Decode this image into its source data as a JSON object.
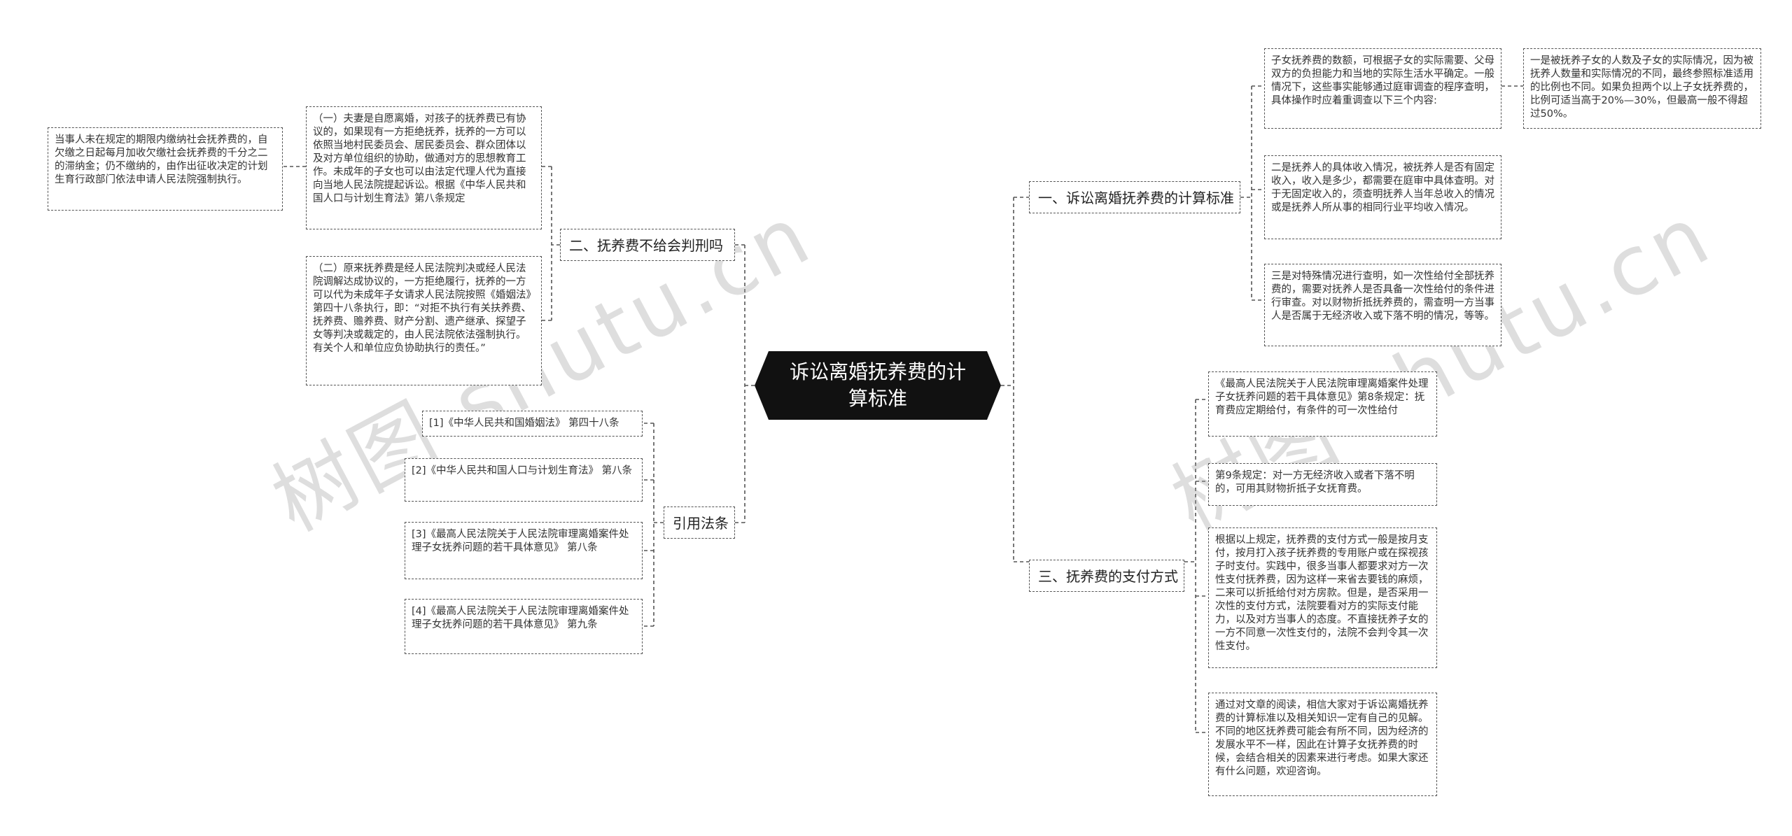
{
  "watermarks": [
    "树图 shutu.cn",
    "树图 shutu.cn"
  ],
  "root": {
    "label": "诉讼离婚抚养费的计算标准"
  },
  "branches": {
    "calc": {
      "label": "一、诉讼离婚抚养费的计算标准",
      "intro": "子女抚养费的数额，可根据子女的实际需要、父母双方的负担能力和当地的实际生活水平确定。一般情况下，这些事实能够通过庭审调查的程序查明，具体操作时应着重调查以下三个内容:",
      "ratio": "一是被抚养子女的人数及子女的实际情况，因为被抚养人数量和实际情况的不同，最终参照标准适用的比例也不同。如果负担两个以上子女抚养费的，比例可适当高于20%—30%，但最高一般不得超过50%。",
      "income": "二是抚养人的具体收入情况，被抚养人是否有固定收入，收入是多少，都需要在庭审中具体查明。对于无固定收入的，须查明抚养人当年总收入的情况或是抚养人所从事的相同行业平均收入情况。",
      "special": "三是对特殊情况进行查明，如一次性给付全部抚养费的，需要对抚养人是否具备一次性给付的条件进行审查。对以财物折抵抚养费的，需查明一方当事人是否属于无经济收入或下落不明的情况，等等。"
    },
    "payment": {
      "label": "三、抚养费的支付方式",
      "opinion8": "《最高人民法院关于人民法院审理离婚案件处理子女抚养问题的若干具体意见》第8条规定：抚育费应定期给付，有条件的可一次性给付",
      "article9": "第9条规定：对一方无经济收入或者下落不明的，可用其财物折抵子女抚育费。",
      "method": "根据以上规定，抚养费的支付方式一般是按月支付，按月打入孩子抚养费的专用账户或在探视孩子时支付。实践中，很多当事人都要求对方一次性支付抚养费，因为这样一来省去要钱的麻烦，二来可以折抵给付对方房款。但是，是否采用一次性的支付方式，法院要看对方的实际支付能力，以及对方当事人的态度。不直接抚养子女的一方不同意一次性支付的，法院不会判令其一次性支付。",
      "closing": "通过对文章的阅读，相信大家对于诉讼离婚抚养费的计算标准以及相关知识一定有自己的见解。不同的地区抚养费可能会有所不同，因为经济的发展水平不一样，因此在计算子女抚养费的时候，会结合相关的因素来进行考虑。如果大家还有什么问题，欢迎咨询。"
    },
    "criminal": {
      "label": "二、抚养费不给会判刑吗",
      "item1": "（一）夫妻是自愿离婚，对孩子的抚养费已有协议的，如果现有一方拒绝抚养，抚养的一方可以依照当地村民委员会、居民委员会、群众团体以及对方单位组织的协助，做通对方的思想教育工作。未成年的子女也可以由法定代理人代为直接向当地人民法院提起诉讼。根据《中华人民共和国人口与计划生育法》第八条规定",
      "item1_sub": "当事人未在规定的期限内缴纳社会抚养费的，自欠缴之日起每月加收欠缴社会抚养费的千分之二的滞纳金；仍不缴纳的，由作出征收决定的计划生育行政部门依法申请人民法院强制执行。",
      "item2": "（二）原来抚养费是经人民法院判决或经人民法院调解达成协议的，一方拒绝履行，抚养的一方可以代为未成年子女请求人民法院按照《婚姻法》第四十八条执行，即：“对拒不执行有关扶养费、抚养费、赡养费、财产分割、遗产继承、探望子女等判决或裁定的，由人民法院依法强制执行。有关个人和单位应负协助执行的责任。”"
    },
    "refs": {
      "label": "引用法条",
      "ref1": "[1]《中华人民共和国婚姻法》 第四十八条",
      "ref2": "[2]《中华人民共和国人口与计划生育法》 第八条",
      "ref3": "[3]《最高人民法院关于人民法院审理离婚案件处理子女抚养问题的若干具体意见》 第八条",
      "ref4": "[4]《最高人民法院关于人民法院审理离婚案件处理子女抚养问题的若干具体意见》 第九条"
    }
  }
}
